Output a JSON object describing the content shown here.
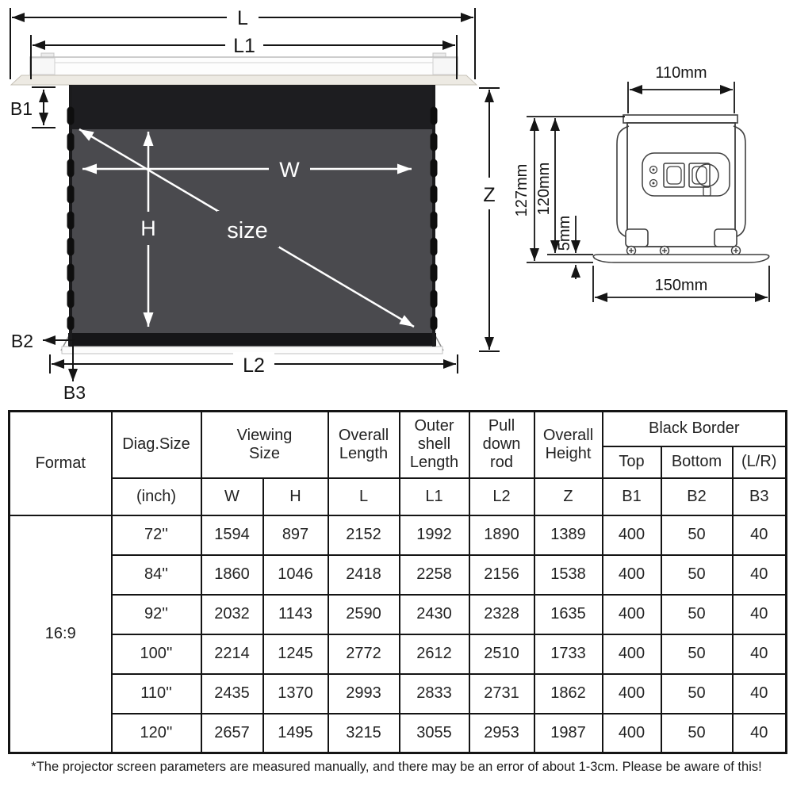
{
  "diagram": {
    "front": {
      "L": "L",
      "L1": "L1",
      "B1": "B1",
      "W": "W",
      "H": "H",
      "size": "size",
      "Z": "Z",
      "B2": "B2",
      "L2": "L2",
      "B3": "B3"
    },
    "side": {
      "top_width": "110mm",
      "outer_height": "127mm",
      "inner_height": "120mm",
      "plate_offset": "5mm",
      "bottom_width": "150mm"
    }
  },
  "table": {
    "header": {
      "format": "Format",
      "diag_size": "Diag.Size",
      "viewing_size": "Viewing Size",
      "overall_length": "Overall Length",
      "outer_shell_length": "Outer shell Length",
      "pull_down_rod": "Pull down rod",
      "overall_height": "Overall Height",
      "black_border": "Black Border",
      "top": "Top",
      "bottom": "Bottom",
      "lr": "(L/R)",
      "units": [
        "(inch)",
        "W",
        "H",
        "L",
        "L1",
        "L2",
        "Z",
        "B1",
        "B2",
        "B3"
      ]
    },
    "format_value": "16:9",
    "rows": [
      [
        "72''",
        "1594",
        "897",
        "2152",
        "1992",
        "1890",
        "1389",
        "400",
        "50",
        "40"
      ],
      [
        "84''",
        "1860",
        "1046",
        "2418",
        "2258",
        "2156",
        "1538",
        "400",
        "50",
        "40"
      ],
      [
        "92''",
        "2032",
        "1143",
        "2590",
        "2430",
        "2328",
        "1635",
        "400",
        "50",
        "40"
      ],
      [
        "100''",
        "2214",
        "1245",
        "2772",
        "2612",
        "2510",
        "1733",
        "400",
        "50",
        "40"
      ],
      [
        "110''",
        "2435",
        "1370",
        "2993",
        "2833",
        "2731",
        "1862",
        "400",
        "50",
        "40"
      ],
      [
        "120''",
        "2657",
        "1495",
        "3215",
        "3055",
        "2953",
        "1987",
        "400",
        "50",
        "40"
      ]
    ]
  },
  "footnote": "*The projector screen parameters are measured manually, and there may be an error of about 1-3cm. Please be aware of this!"
}
